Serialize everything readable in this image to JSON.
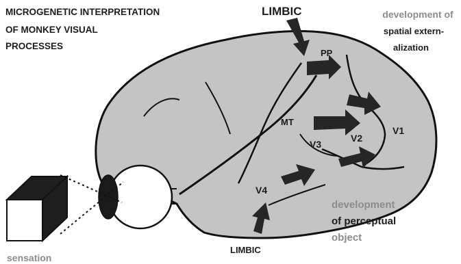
{
  "title": {
    "line1": "MICROGENETIC INTERPRETATION",
    "line2": "OF MONKEY VISUAL",
    "line3": "PROCESSES"
  },
  "top_label": "LIMBIC",
  "bottom_label": "LIMBIC",
  "spatial": {
    "line1": "development of",
    "line2": "spatial extern-",
    "line3": "alization"
  },
  "perceptual": {
    "line1": "development",
    "line2": "of perceptual",
    "line3": "object"
  },
  "areas": {
    "pp": "PP",
    "mt": "MT",
    "v1": "V1",
    "v2": "V2",
    "v3": "V3",
    "v4": "V4"
  },
  "sensation": "sensation",
  "colors": {
    "brain_fill": "#c4c4c4",
    "outline": "#111111",
    "arrow": "#262626"
  }
}
